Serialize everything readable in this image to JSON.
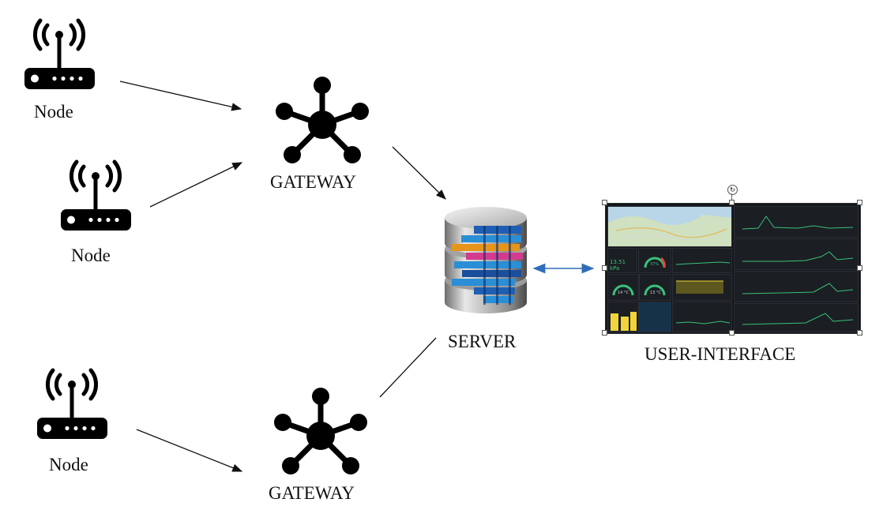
{
  "diagram": {
    "nodes": [
      {
        "id": "node1",
        "label": "Node"
      },
      {
        "id": "node2",
        "label": "Node"
      },
      {
        "id": "node3",
        "label": "Node"
      }
    ],
    "gateways": [
      {
        "id": "gw1",
        "label": "GATEWAY"
      },
      {
        "id": "gw2",
        "label": "GATEWAY"
      }
    ],
    "server": {
      "label": "SERVER"
    },
    "ui": {
      "label": "USER-INTERFACE",
      "values": {
        "gauge1": "37%",
        "gauge2": "14 °C",
        "gauge3": "13 °C",
        "value1": "13.51 kPa"
      }
    },
    "colors": {
      "arrow": "#111111",
      "double_arrow": "#2f6db8",
      "dashboard_bg": "#141619",
      "accent_green": "#37c27a",
      "accent_yellow": "#f2d43a"
    },
    "icons": [
      "router-icon",
      "gateway-hub-icon",
      "database-server-icon",
      "rotate-handle-icon"
    ]
  }
}
